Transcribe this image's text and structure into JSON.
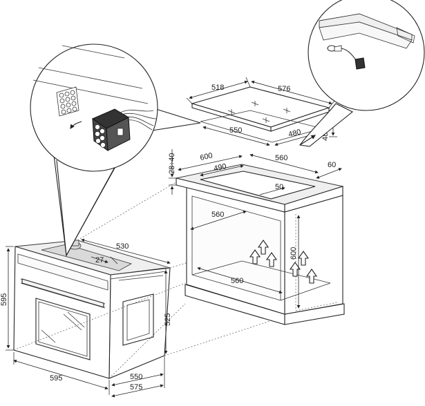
{
  "hob": {
    "d518": "518",
    "d576": "576",
    "d550": "550",
    "d480": "480",
    "d48": "48"
  },
  "cabinet": {
    "d600": "600",
    "d490": "490",
    "d560top": "560",
    "d60": "60",
    "d28_40": "28÷40",
    "d50": "50",
    "d560side": "560",
    "d600h": "600",
    "d560bottom": "560"
  },
  "oven": {
    "d530": "530",
    "d27": "27",
    "d595h": "595",
    "d525": "525",
    "d595w": "595",
    "d550": "550",
    "d575": "575"
  }
}
